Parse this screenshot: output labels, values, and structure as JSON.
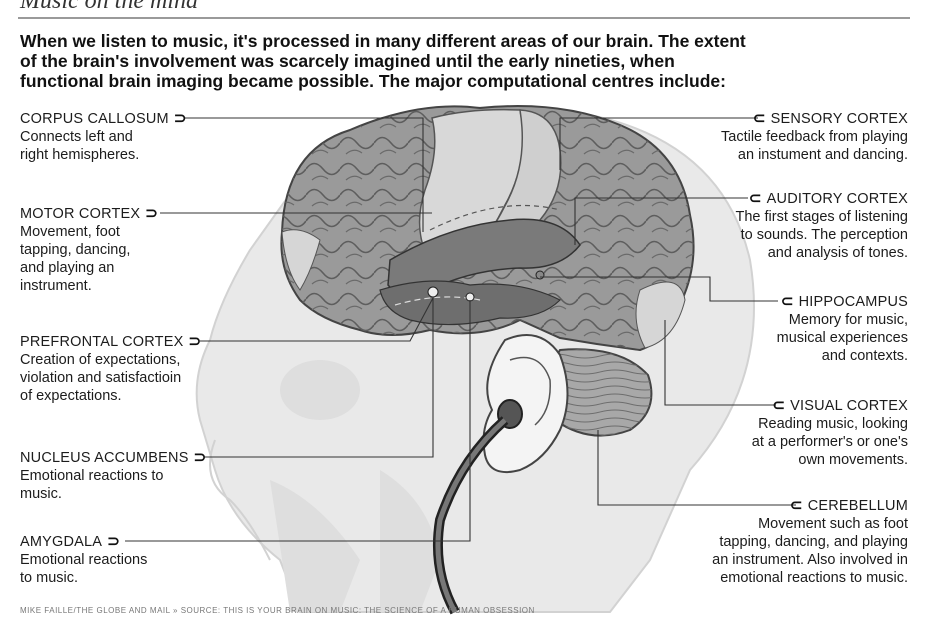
{
  "title": "Music on the mind",
  "intro": [
    "When we listen to music, it's processed in many different areas of our brain. The extent",
    "of the brain's involvement was scarcely imagined until the early nineties, when",
    "functional brain imaging became possible. The major computational centres include:"
  ],
  "left_labels": [
    {
      "name": "CORPUS CALLOSUM",
      "desc": "Connects left and\nright hemispheres."
    },
    {
      "name": "MOTOR CORTEX",
      "desc": "Movement, foot\ntapping, dancing,\nand playing an\ninstrument."
    },
    {
      "name": "PREFRONTAL CORTEX",
      "desc": "Creation of expectations,\nviolation and satisfactioin\nof expectations."
    },
    {
      "name": "NUCLEUS ACCUMBENS",
      "desc": "Emotional reactions to\nmusic."
    },
    {
      "name": "AMYGDALA",
      "desc": "Emotional reactions\nto music."
    }
  ],
  "right_labels": [
    {
      "name": "SENSORY CORTEX",
      "desc": "Tactile feedback from playing\nan instument and dancing."
    },
    {
      "name": "AUDITORY CORTEX",
      "desc": "The first stages of listening\nto sounds. The perception\nand analysis of tones."
    },
    {
      "name": "HIPPOCAMPUS",
      "desc": "Memory for music,\nmusical experiences\nand contexts."
    },
    {
      "name": "VISUAL CORTEX",
      "desc": "Reading music, looking\nat a performer's or one's\nown movements."
    },
    {
      "name": "CEREBELLUM",
      "desc": "Movement such as foot\ntapping, dancing, and playing\nan instrument. Also involved in\nemotional reactions to music."
    }
  ],
  "icons": {
    "left_connector": "connector-arrow-icon",
    "right_connector": "c-connector-icon"
  },
  "footer": "MIKE FAILLE/THE GLOBE AND MAIL  »  SOURCE: THIS IS YOUR BRAIN ON MUSIC: THE SCIENCE OF A HUMAN OBSESSION"
}
